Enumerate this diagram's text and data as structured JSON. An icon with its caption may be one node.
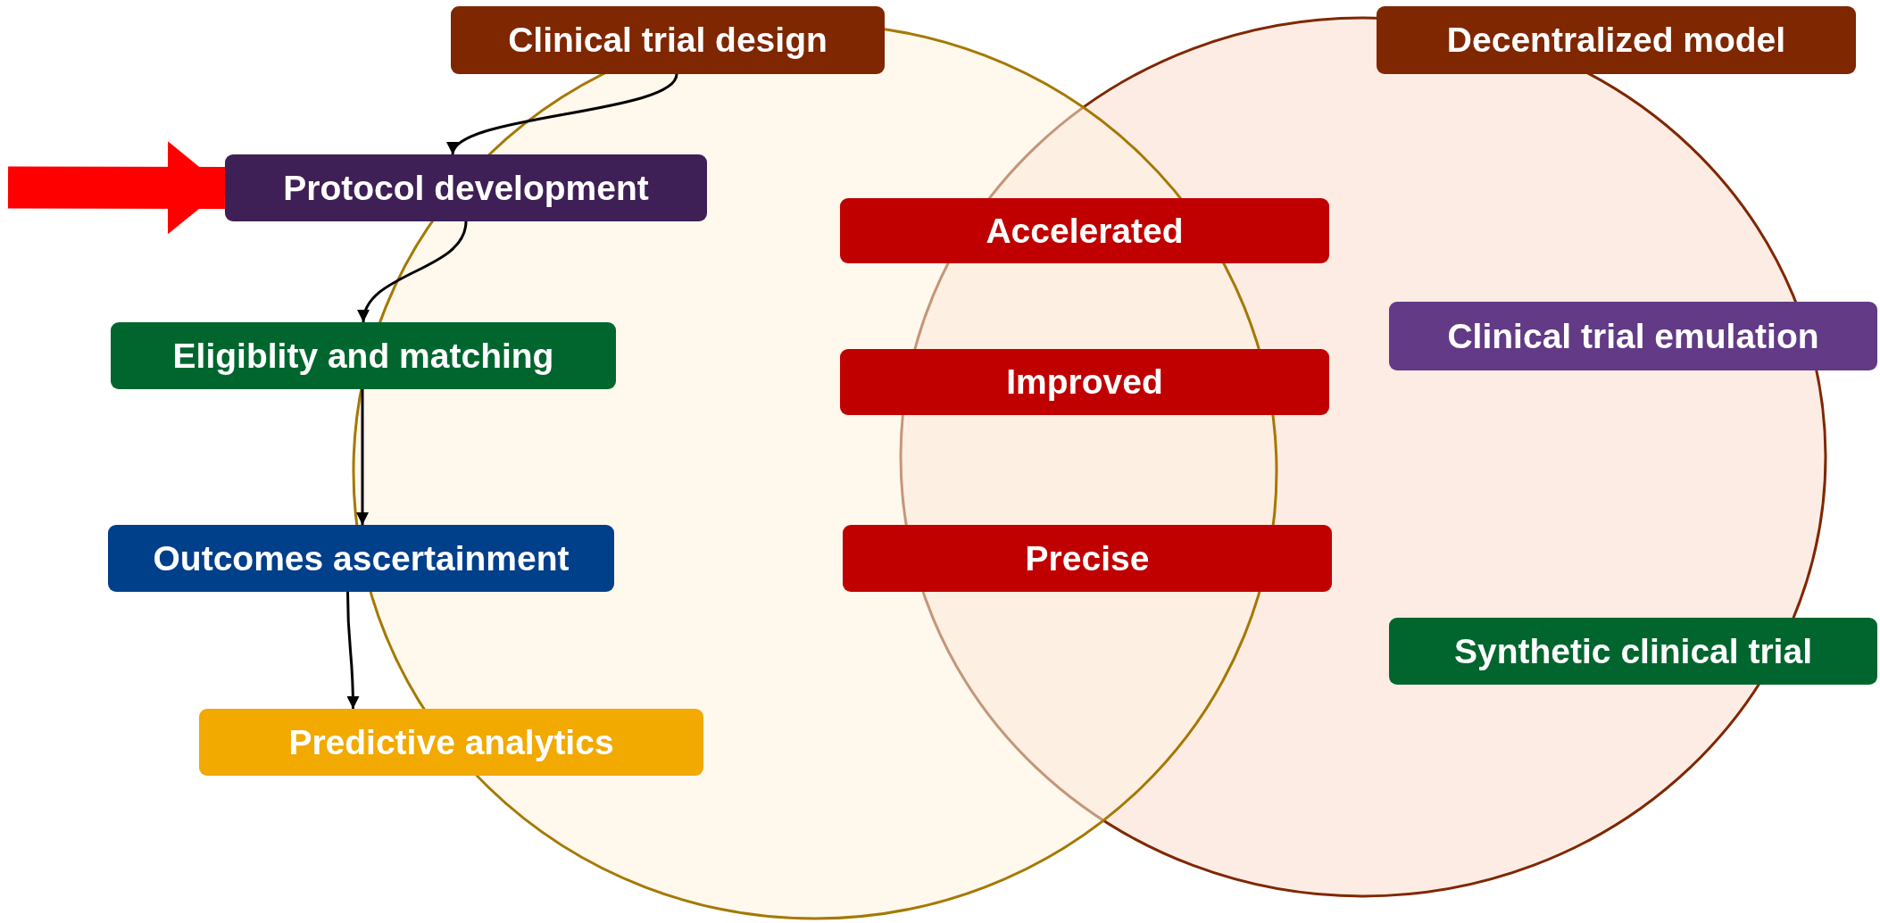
{
  "diagram": {
    "nodes": [
      {
        "text": [
          "Clinical trial design"
        ]
      },
      {
        "text": [
          "Decentralized model"
        ]
      },
      {
        "text": [
          "Protocol development"
        ]
      },
      {
        "text": [
          "Accelerated"
        ]
      },
      {
        "text": [
          "Eligiblity and matching"
        ]
      },
      {
        "text": [
          "Clinical trial emulation"
        ]
      },
      {
        "text": [
          "Improved"
        ]
      },
      {
        "text": [
          "Outcomes ascertainment"
        ]
      },
      {
        "text": [
          "Precise"
        ]
      },
      {
        "text": [
          "Synthetic clinical trial"
        ]
      },
      {
        "text": [
          "Predictive analytics"
        ]
      }
    ],
    "edges": [
      {
        "from": null,
        "to": 2,
        "arrow": "to",
        "style": "thick",
        "color": "#ff0000"
      },
      {
        "from": 0,
        "to": 2,
        "arrow": "to"
      },
      {
        "from": 2,
        "to": 4,
        "arrow": "to"
      },
      {
        "from": 4,
        "to": 7,
        "arrow": "to"
      },
      {
        "from": 7,
        "to": 10,
        "arrow": "to"
      }
    ]
  }
}
